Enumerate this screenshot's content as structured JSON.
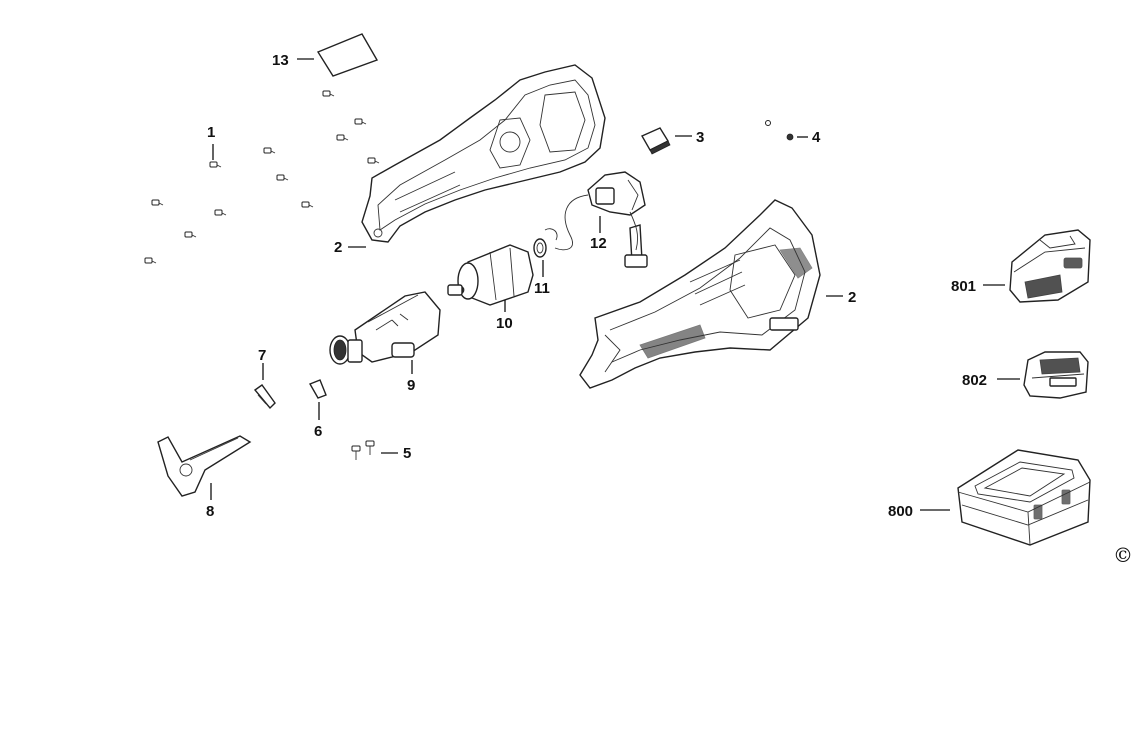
{
  "labels": {
    "p1": "1",
    "p2a": "2",
    "p2b": "2",
    "p3": "3",
    "p4": "4",
    "p5": "5",
    "p6": "6",
    "p7": "7",
    "p8": "8",
    "p9": "9",
    "p10": "10",
    "p11": "11",
    "p12": "12",
    "p13": "13",
    "p800": "800",
    "p801": "801",
    "p802": "802"
  },
  "copyright": "©",
  "icons": [
    "screw-icon",
    "housing-half-icon",
    "motor-icon",
    "gearbox-icon",
    "switch-icon",
    "battery-icon",
    "charger-icon",
    "case-icon",
    "label-plate-icon",
    "foot-plate-icon",
    "clip-icon",
    "ring-icon"
  ]
}
